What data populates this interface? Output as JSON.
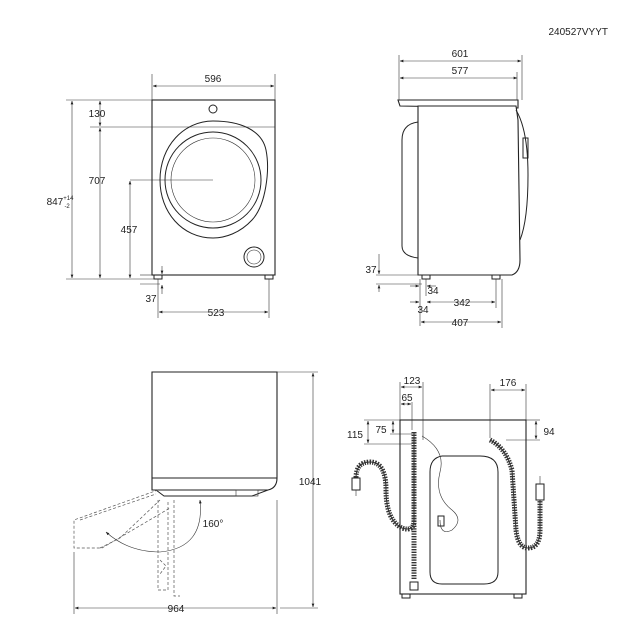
{
  "model_code": "240527VYYT",
  "front_view": {
    "width": "596",
    "top_offset": "130",
    "door_height": "707",
    "total_height": "847",
    "total_height_plus": "+14",
    "total_height_minus": "-2",
    "door_center_height": "457",
    "foot_height": "37",
    "foot_span": "523"
  },
  "side_view": {
    "total_depth": "601",
    "body_depth": "577",
    "foot_height": "37",
    "front_foot_offset_a": "34",
    "front_foot_offset_b": "34",
    "foot_spacing": "342",
    "foot_depth": "407"
  },
  "door_view": {
    "height": "1041",
    "depth_open": "964",
    "opening_angle": "160°"
  },
  "rear_view": {
    "inlet_x": "123",
    "inlet_x_inner": "65",
    "inlet_y": "115",
    "inlet_y_inner": "75",
    "drain_x": "176",
    "drain_y": "94"
  }
}
